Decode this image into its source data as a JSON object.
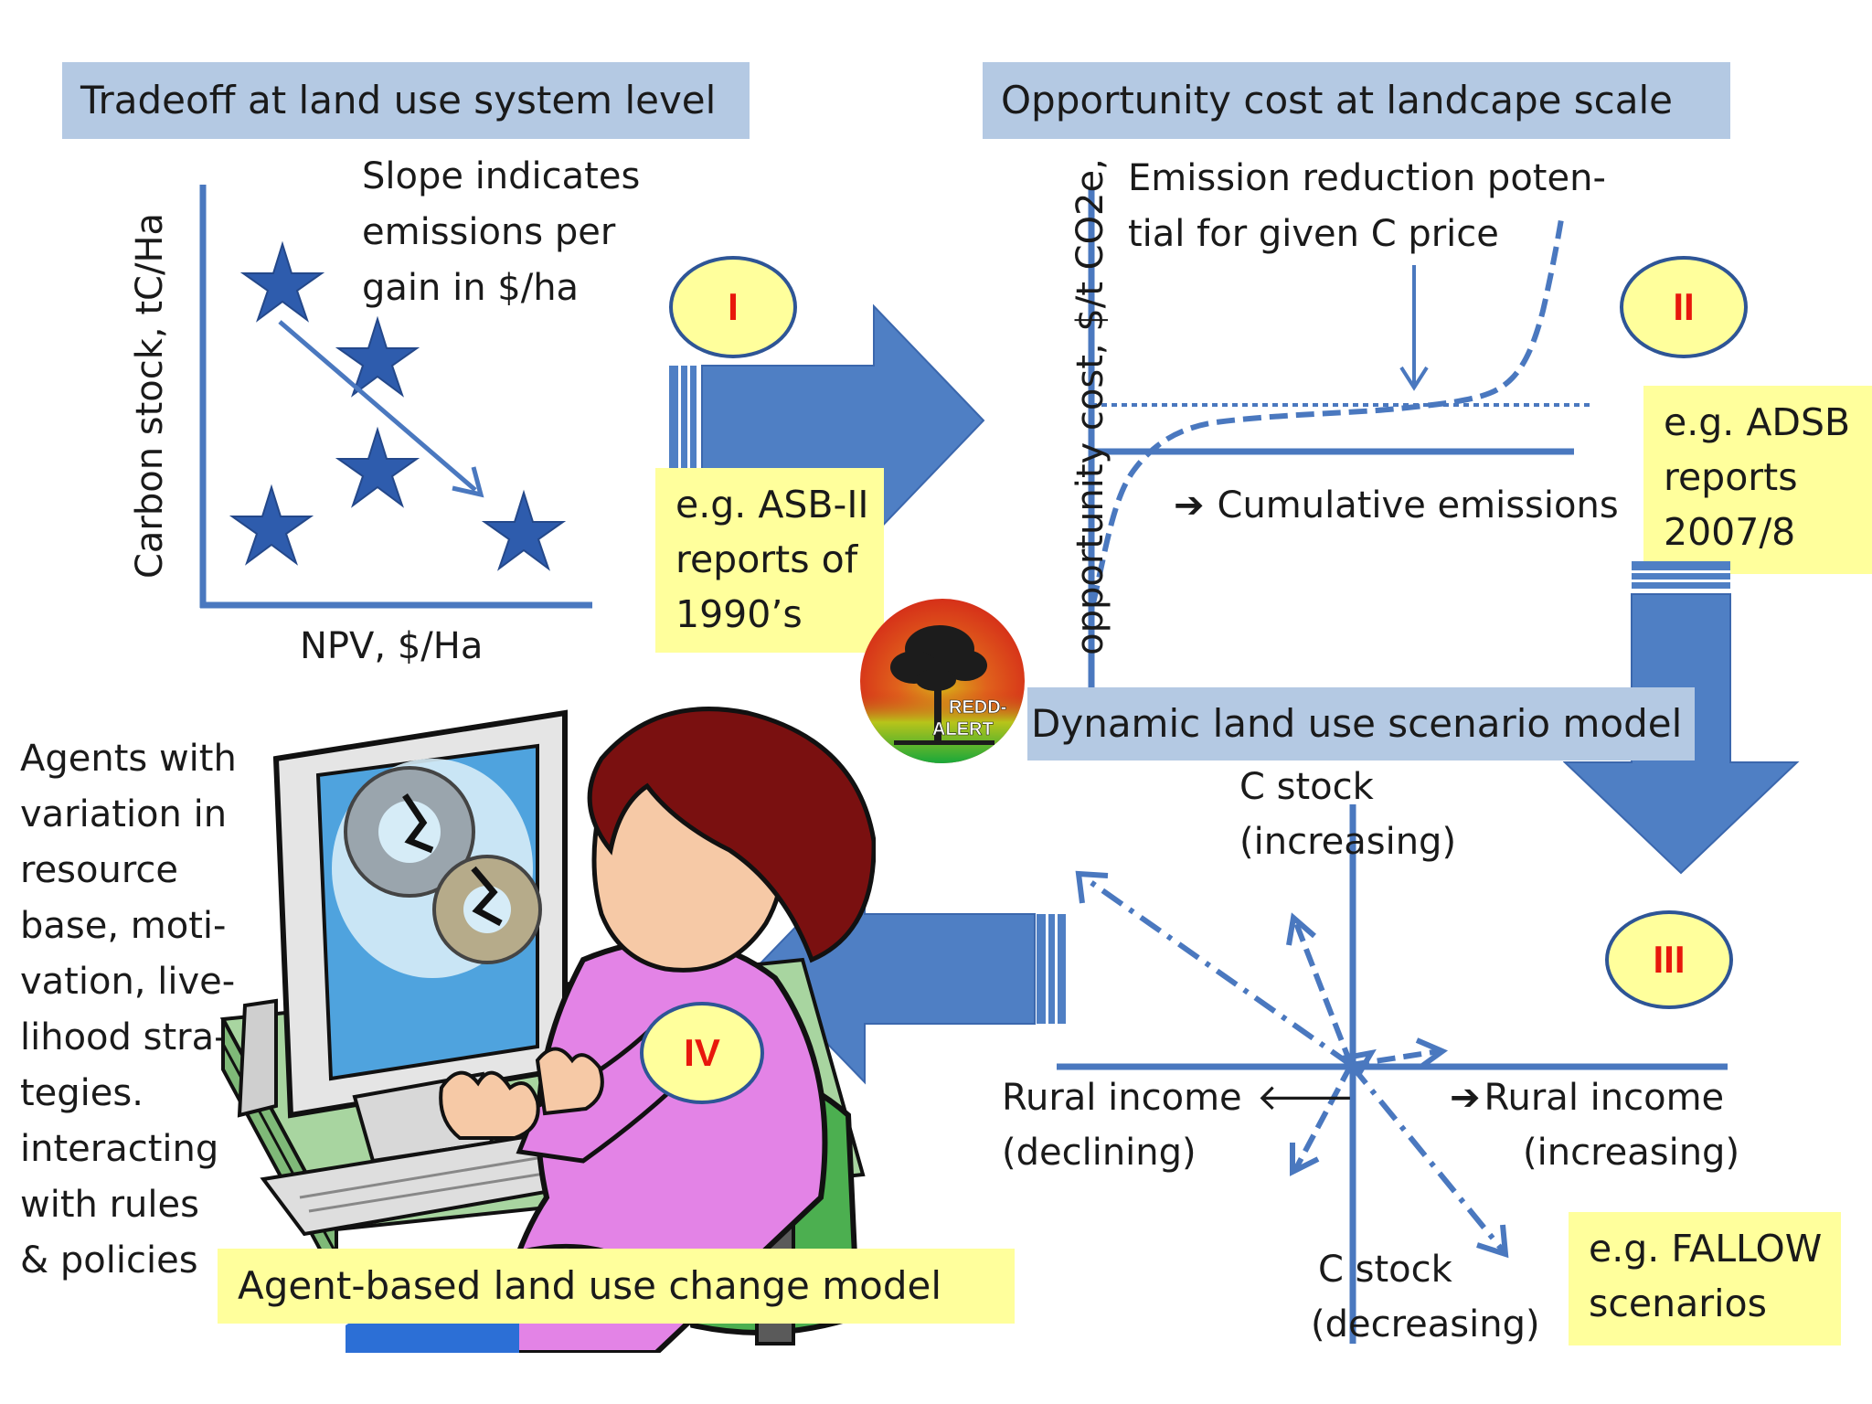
{
  "panel1": {
    "header": "Tradeoff at land use system level",
    "slope_text": [
      "Slope indicates",
      "emissions per",
      "gain in $/ha"
    ],
    "y_axis_label": "Carbon stock, tC/Ha",
    "x_axis_label": "NPV, $/Ha",
    "badge": "I",
    "note": [
      "e.g. ASB-II",
      "reports of",
      "1990’s"
    ]
  },
  "panel2": {
    "header": "Opportunity cost at landcape scale",
    "curve_text": [
      "Emission reduction poten-",
      "tial for  given C price"
    ],
    "y_axis_label": "opportunity cost, $/t CO2e,",
    "x_axis_label": "Cumulative emissions",
    "x_axis_arrow": "➔",
    "badge": "II",
    "note": [
      "e.g. ADSB",
      "reports",
      "2007/8"
    ]
  },
  "panel3": {
    "header": "Dynamic land use scenario model",
    "logo_text": [
      "REDD-",
      "ALERT"
    ],
    "top_label": [
      "C stock",
      "(increasing)"
    ],
    "bottom_label": [
      "C stock",
      "(decreasing)"
    ],
    "left_label": [
      "Rural income",
      "(declining)"
    ],
    "left_arrow": "🡐",
    "right_label": [
      "Rural income",
      "(increasing)"
    ],
    "right_arrow": "➔",
    "badge": "III",
    "note": [
      "e.g. FALLOW",
      "scenarios"
    ]
  },
  "panel4": {
    "agents_text": [
      "Agents with",
      "variation in",
      "resource",
      "base, moti-",
      "vation, live-",
      "lihood stra-",
      "tegies.",
      "interacting",
      "with rules",
      "& policies"
    ],
    "header": "Agent-based land use change model",
    "badge": "IV"
  },
  "colors": {
    "axis_blue": "#4a78bf",
    "arrow_blue": "#4f7fc4",
    "header_blue": "#b4c9e3",
    "note_yellow": "#ffff9c",
    "badge_red": "#e8170c"
  },
  "icons": [
    "star-icon",
    "right-arrow-icon",
    "down-arrow-icon",
    "left-arrow-icon",
    "redd-alert-logo-icon",
    "person-at-computer-icon"
  ]
}
